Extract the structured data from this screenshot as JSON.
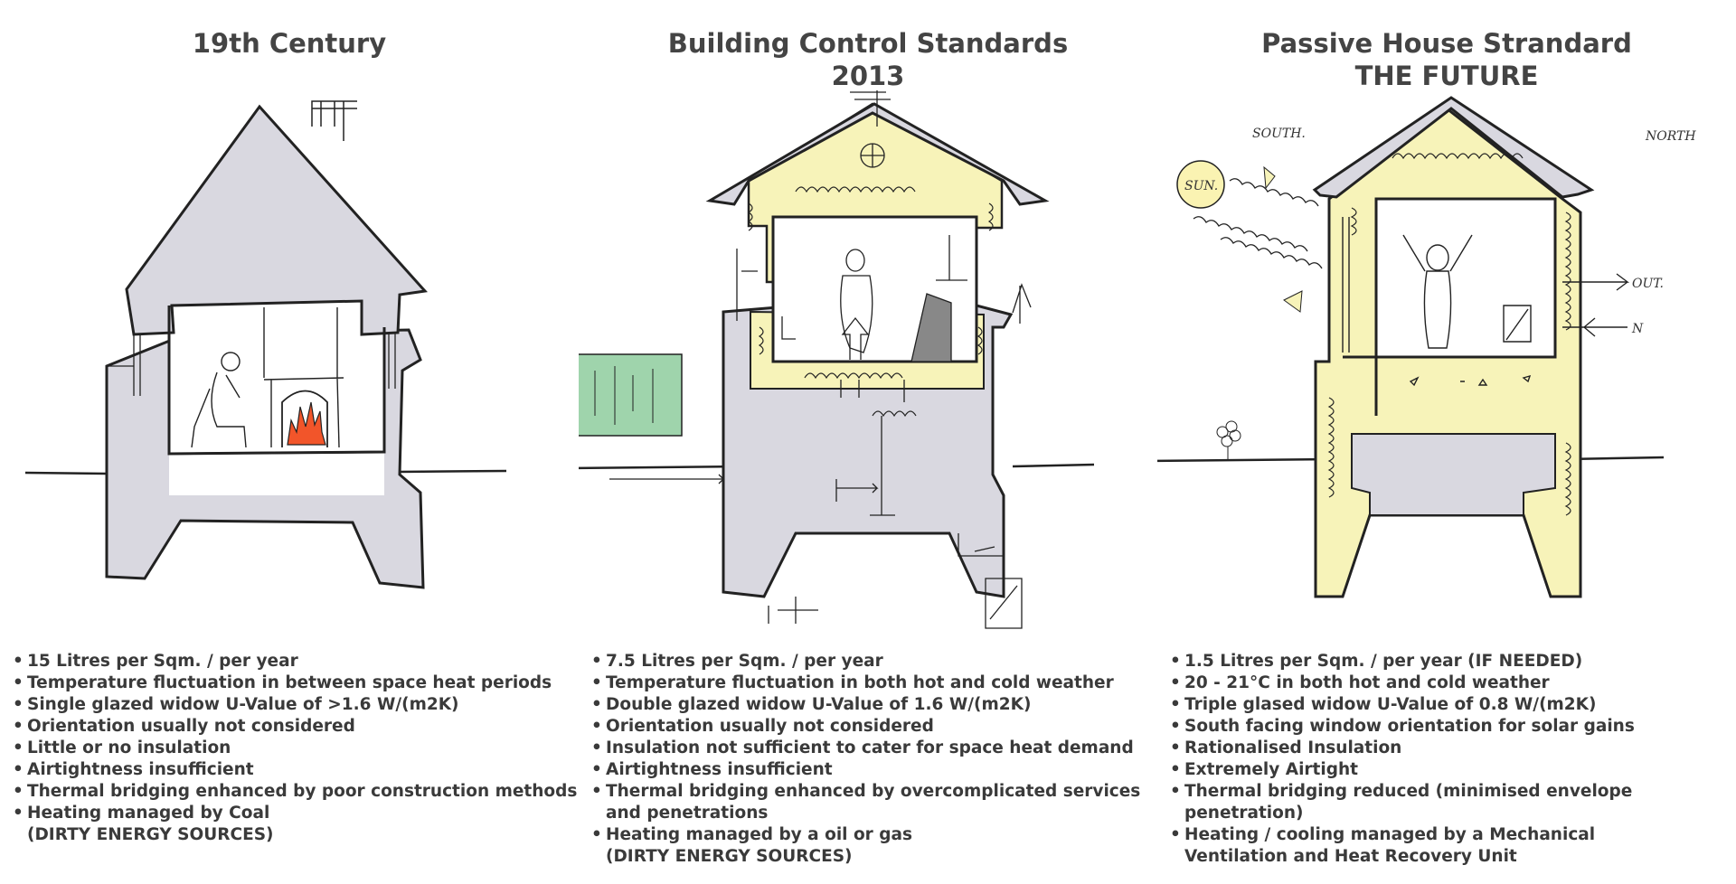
{
  "colors": {
    "building_fill": "#d9d8e0",
    "insulation": "#f7f3b9",
    "fire": "#f2552a",
    "green_panel": "#9fd4ac",
    "sun": "#faf3b2",
    "ink": "#222222",
    "text": "#3a3a3a"
  },
  "panels": [
    {
      "title_line1": "19th Century",
      "title_line2": "",
      "bullets": [
        "15 Litres per Sqm. / per year",
        "Temperature fluctuation in between space heat periods",
        "Single glazed widow U-Value of >1.6 W/(m2K)",
        "Orientation usually not considered",
        "Little or no insulation",
        "Airtightness  insufficient",
        "Thermal bridging enhanced by poor construction methods",
        "Heating managed by Coal"
      ],
      "bullet_tail": "(DIRTY ENERGY SOURCES)"
    },
    {
      "title_line1": "Building Control Standards",
      "title_line2": "2013",
      "bullets": [
        "7.5 Litres per Sqm. / per year",
        "Temperature fluctuation in both hot and cold weather",
        "Double glazed widow U-Value of 1.6 W/(m2K)",
        "Orientation usually not considered",
        "Insulation not sufficient to cater for space heat demand",
        "Airtightness insufficient",
        "Thermal bridging enhanced by overcomplicated services",
        "Heating managed by a oil or gas"
      ],
      "bullet_tail_thermal": "and penetrations",
      "bullet_tail": "(DIRTY ENERGY SOURCES)"
    },
    {
      "title_line1": "Passive House Strandard",
      "title_line2": "THE FUTURE",
      "bullets": [
        "1.5 Litres per Sqm. / per year  (IF NEEDED)",
        "20 - 21°C  in both hot and cold weather",
        "Triple glased widow U-Value of 0.8 W/(m2K)",
        "South facing window orientation for solar gains",
        "Rationalised Insulation",
        "Extremely Airtight",
        "Thermal bridging reduced (minimised envelope",
        "Heating / cooling managed by a Mechanical"
      ],
      "bullet_tail_thermal": "penetration)",
      "bullet_tail": "Ventilation and Heat Recovery Unit",
      "sketch_labels": {
        "sun": "SUN.",
        "south": "SOUTH.",
        "north": "NORTH",
        "out": "OUT.",
        "in": "N"
      }
    }
  ]
}
